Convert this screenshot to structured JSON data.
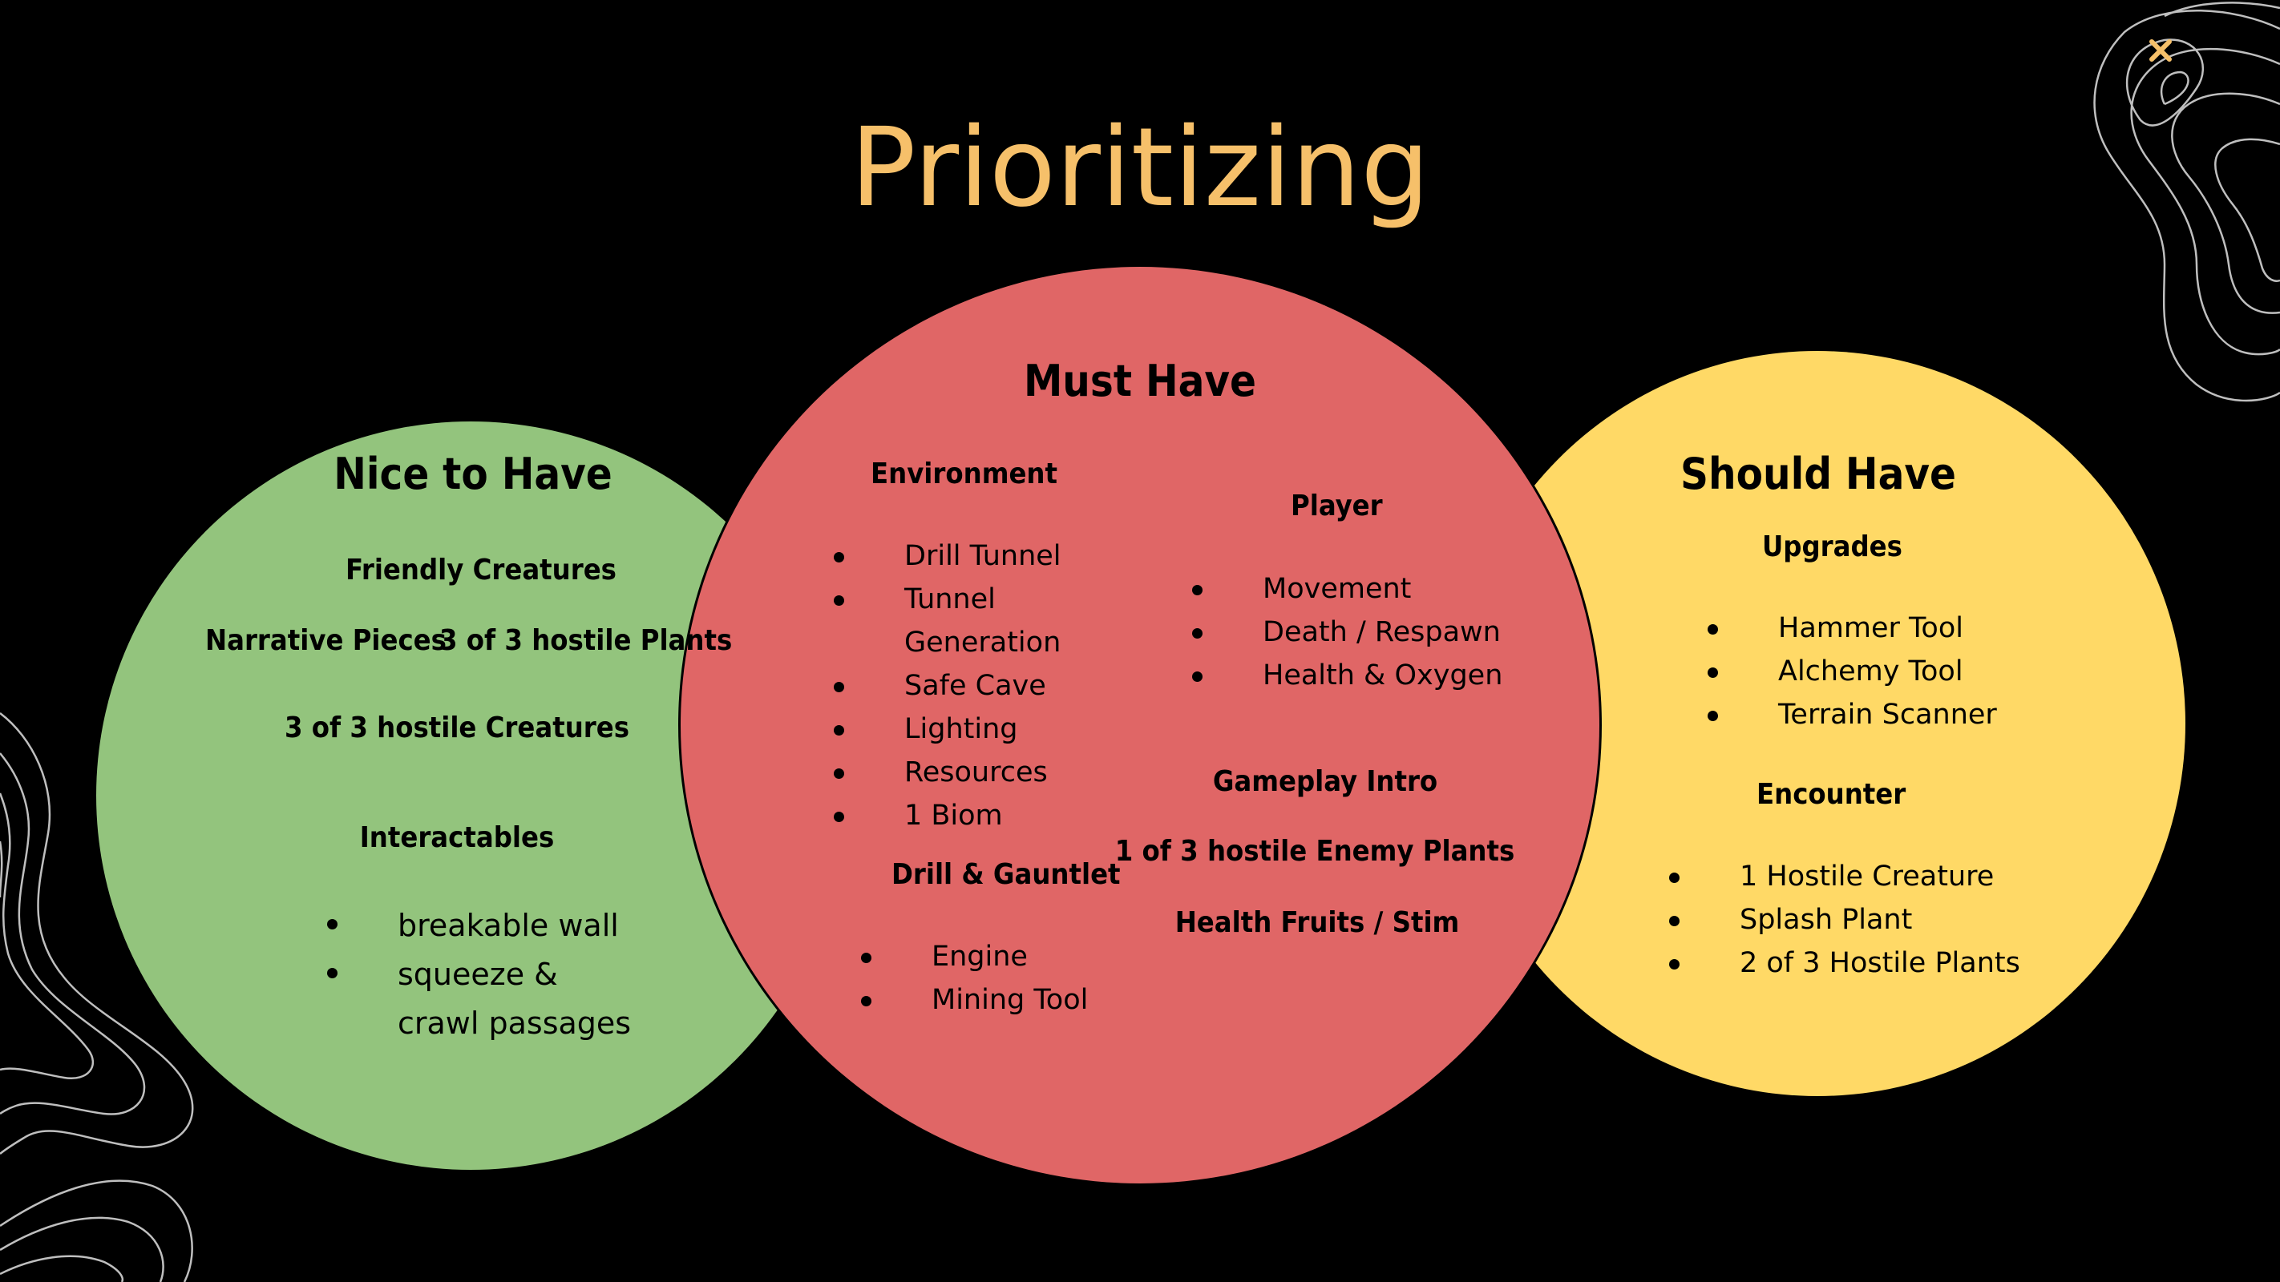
{
  "colors": {
    "background": "#000000",
    "title": "#F6C06A",
    "nice": "#93C47D",
    "must": "#E06666",
    "should": "#FFD966",
    "decor": "#BFBFBF",
    "accent_x": "#F6C06A"
  },
  "title": "Prioritizing",
  "nice_to_have": {
    "heading": "Nice to Have",
    "friendly": "Friendly Creatures",
    "narrative": "Narrative Pieces",
    "hostile_plants": "3 of 3 hostile Plants",
    "hostile_creatures": "3 of 3 hostile Creatures",
    "interactables_heading": "Interactables",
    "interactables": [
      "breakable wall",
      "squeeze & crawl passages"
    ]
  },
  "must_have": {
    "heading": "Must Have",
    "environment_heading": "Environment",
    "environment": [
      "Drill Tunnel",
      "Tunnel Generation",
      "Safe Cave",
      "Lighting",
      "Resources",
      "1 Biom"
    ],
    "drill_heading": "Drill & Gauntlet",
    "drill": [
      "Engine",
      "Mining Tool"
    ],
    "player_heading": "Player",
    "player": [
      "Movement",
      "Death / Respawn",
      "Health & Oxygen"
    ],
    "gameplay_intro": "Gameplay Intro",
    "enemy_plants": "1 of 3 hostile Enemy Plants",
    "health_fruits": "Health Fruits / Stim"
  },
  "should_have": {
    "heading": "Should Have",
    "upgrades_heading": "Upgrades",
    "upgrades": [
      "Hammer Tool",
      "Alchemy Tool",
      "Terrain Scanner"
    ],
    "encounter_heading": "Encounter",
    "encounter": [
      "1 Hostile Creature",
      "Splash Plant",
      "2 of 3 Hostile Plants"
    ]
  },
  "icons": [
    "topographic-lines-decoration",
    "x-mark-icon"
  ]
}
